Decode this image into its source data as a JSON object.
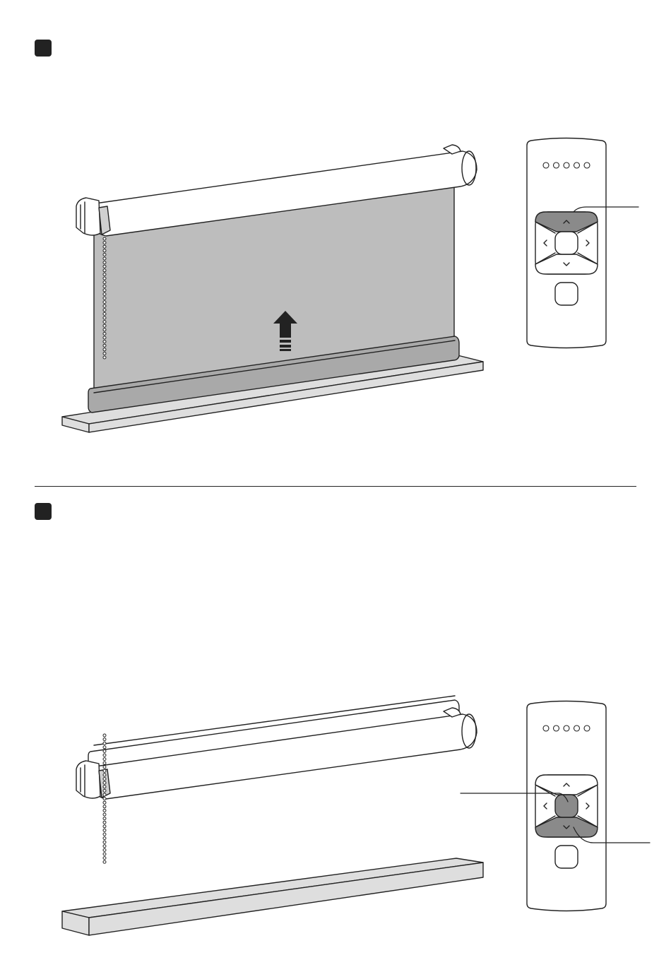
{
  "colors": {
    "ink": "#222222",
    "fabric": "#bdbdbd",
    "bottom_bar": "#a9a9a9",
    "sill": "#dedede",
    "highlight": "#8a8a8a",
    "paper": "#ffffff"
  },
  "steps": [
    {
      "marker_icon": "filled-square-step-marker",
      "scene": "blind-lowered-with-up-arrow",
      "remote": {
        "indicator_count": 5,
        "highlighted_buttons": [
          "up"
        ]
      }
    },
    {
      "marker_icon": "filled-square-step-marker",
      "scene": "blind-raised",
      "remote": {
        "indicator_count": 5,
        "highlighted_buttons": [
          "stop",
          "down"
        ]
      }
    }
  ],
  "icons": [
    "up-arrow-icon",
    "remote-control-icon",
    "roller-blind-illustration",
    "ball-chain-icon"
  ]
}
